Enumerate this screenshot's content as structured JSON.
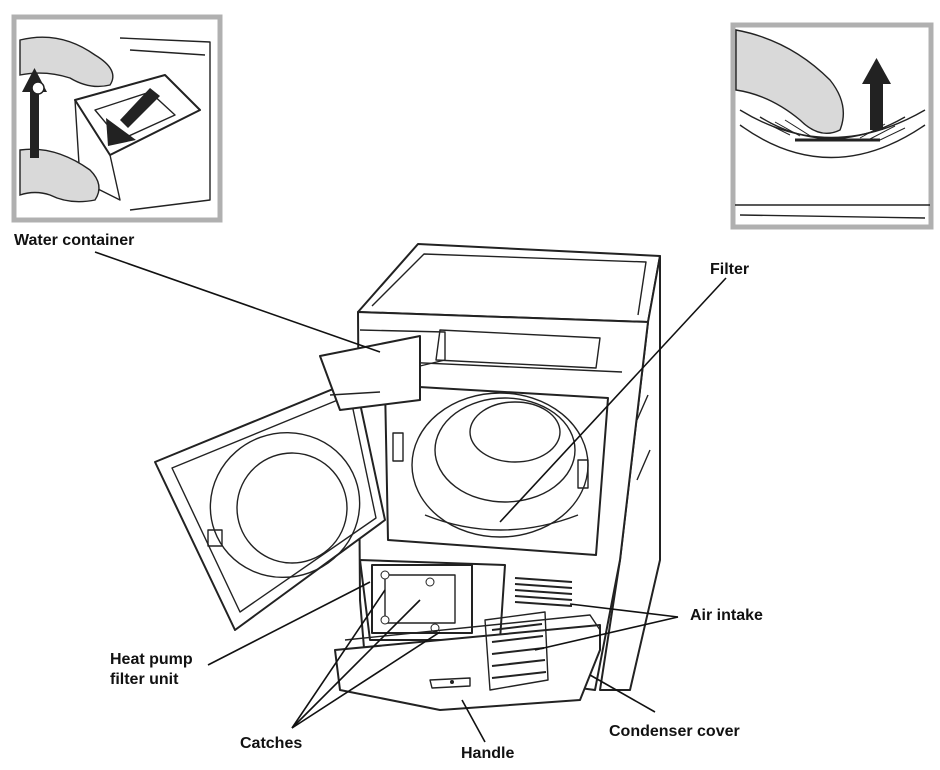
{
  "labels": {
    "water_container": "Water container",
    "filter": "Filter",
    "air_intake": "Air intake",
    "heat_pump_line1": "Heat pump",
    "heat_pump_line2": "filter unit",
    "catches": "Catches",
    "handle": "Handle",
    "condenser_cover": "Condenser cover"
  },
  "icons": {
    "inset_left": "water-container-removal-inset",
    "inset_right": "filter-removal-inset",
    "arrow_up": "arrow-up-icon",
    "arrow_down": "arrow-down-icon"
  },
  "colors": {
    "line": "#111111",
    "inset_frame": "#b0b0b0",
    "shade": "#d9d9d9"
  }
}
